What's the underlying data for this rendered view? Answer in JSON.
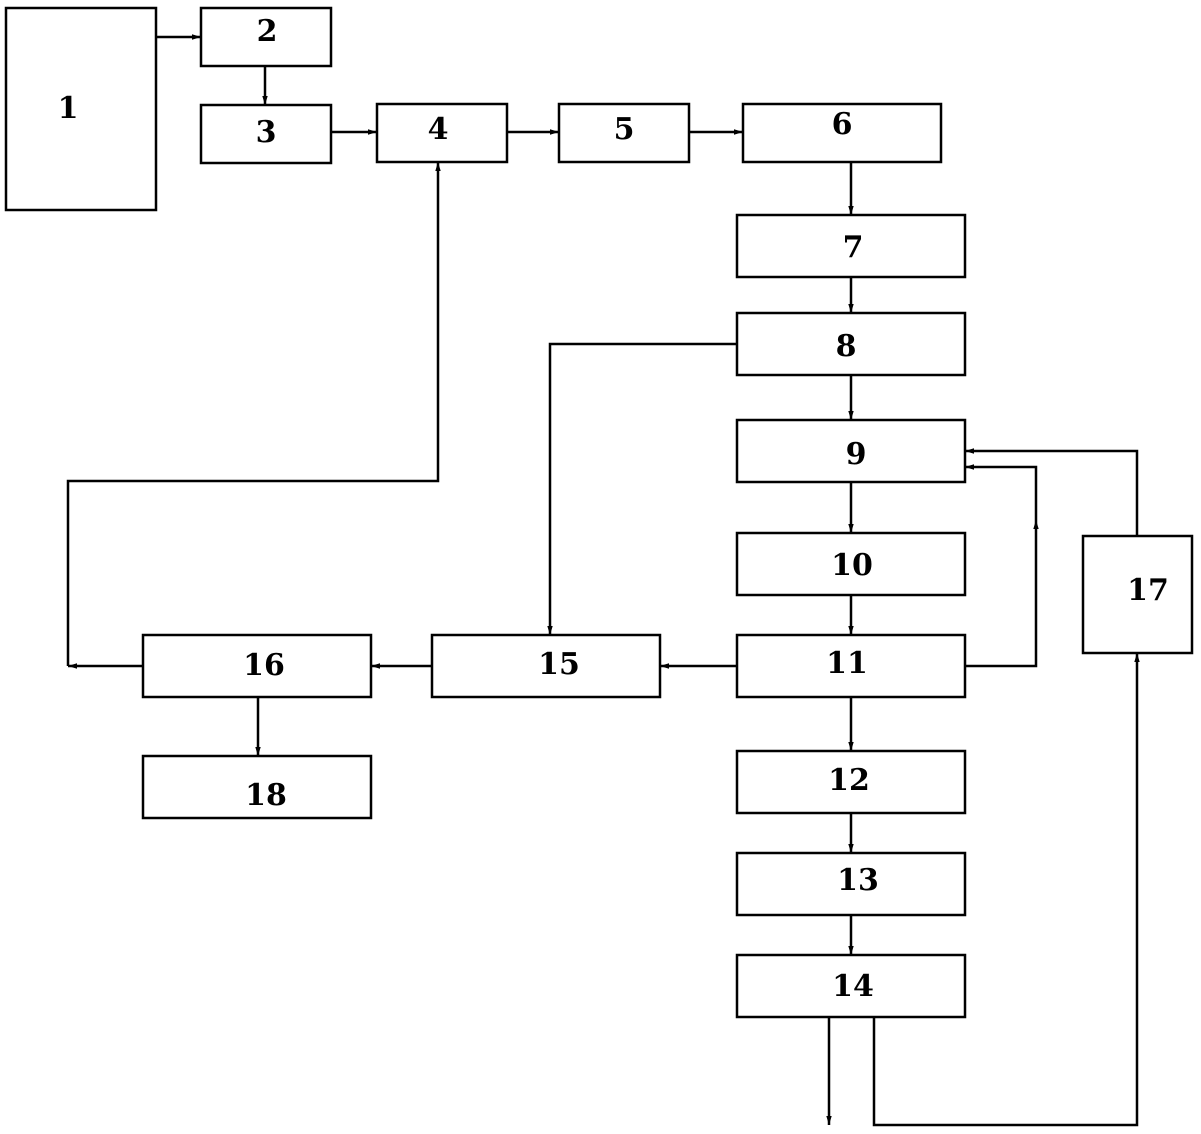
{
  "diagram": {
    "line_color": "#000000",
    "background": "#ffffff",
    "boxes": [
      {
        "id": "1",
        "label": "1"
      },
      {
        "id": "2",
        "label": "2"
      },
      {
        "id": "3",
        "label": "3"
      },
      {
        "id": "4",
        "label": "4"
      },
      {
        "id": "5",
        "label": "5"
      },
      {
        "id": "6",
        "label": "6"
      },
      {
        "id": "7",
        "label": "7"
      },
      {
        "id": "8",
        "label": "8"
      },
      {
        "id": "9",
        "label": "9"
      },
      {
        "id": "10",
        "label": "10"
      },
      {
        "id": "11",
        "label": "11"
      },
      {
        "id": "12",
        "label": "12"
      },
      {
        "id": "13",
        "label": "13"
      },
      {
        "id": "14",
        "label": "14"
      },
      {
        "id": "15",
        "label": "15"
      },
      {
        "id": "16",
        "label": "16"
      },
      {
        "id": "17",
        "label": "17"
      },
      {
        "id": "18",
        "label": "18"
      }
    ],
    "connections": [
      {
        "from": "1",
        "to": "2"
      },
      {
        "from": "2",
        "to": "3"
      },
      {
        "from": "3",
        "to": "4"
      },
      {
        "from": "4",
        "to": "5"
      },
      {
        "from": "5",
        "to": "6"
      },
      {
        "from": "6",
        "to": "7"
      },
      {
        "from": "7",
        "to": "8"
      },
      {
        "from": "8",
        "to": "9"
      },
      {
        "from": "8",
        "to": "15"
      },
      {
        "from": "9",
        "to": "10"
      },
      {
        "from": "10",
        "to": "11"
      },
      {
        "from": "11",
        "to": "9"
      },
      {
        "from": "11",
        "to": "12"
      },
      {
        "from": "11",
        "to": "15"
      },
      {
        "from": "12",
        "to": "13"
      },
      {
        "from": "13",
        "to": "14"
      },
      {
        "from": "14",
        "to": "17"
      },
      {
        "from": "14",
        "to": "outlet"
      },
      {
        "from": "17",
        "to": "9"
      },
      {
        "from": "15",
        "to": "16"
      },
      {
        "from": "16",
        "to": "18"
      },
      {
        "from": "16",
        "to": "4"
      }
    ]
  }
}
